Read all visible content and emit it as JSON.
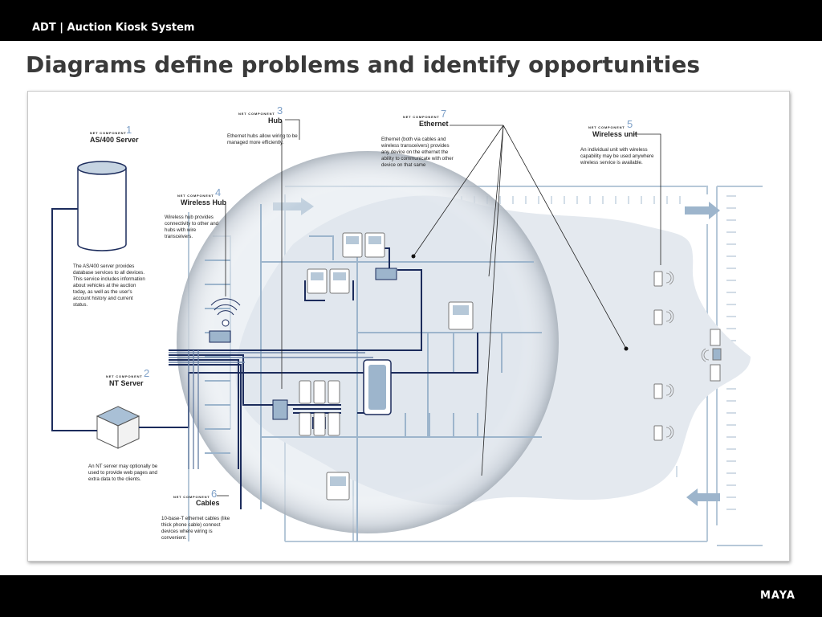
{
  "header": {
    "title": "ADT | Auction Kiosk System"
  },
  "slide": {
    "heading": "Diagrams define problems and identify opportunities"
  },
  "colors": {
    "accent_blue": "#7ea0c8",
    "navy_cable": "#1c2c5c",
    "map_blue": "#b6c8d8",
    "magnifier_fill": "#dfe5ec"
  },
  "components": [
    {
      "tag": "NET COMPONENT",
      "number": "1",
      "name": "AS/400 Server",
      "description": "The AS/400 server provides database services to all devices.  This service includes information about vehicles at the auction today, as well as the user's account history and current status."
    },
    {
      "tag": "NET COMPONENT",
      "number": "2",
      "name": "NT Server",
      "description": "An NT server may optionally be used to provide web pages and extra data to the clients."
    },
    {
      "tag": "NET COMPONENT",
      "number": "3",
      "name": "Hub",
      "description": "Ethernet hubs allow wiring to be managed more efficiently."
    },
    {
      "tag": "NET COMPONENT",
      "number": "4",
      "name": "Wireless Hub",
      "description": "Wireless hub provides connectivity to other and hubs with wire transceivers."
    },
    {
      "tag": "NET COMPONENT",
      "number": "5",
      "name": "Wireless unit",
      "description": "An individual unit with wireless capability may be used anywhere wireless service is available."
    },
    {
      "tag": "NET COMPONENT",
      "number": "6",
      "name": "Cables",
      "description": "10-base-T ethernet cables (like thick phone cable) connect devices where wiring is convenient."
    },
    {
      "tag": "NET COMPONENT",
      "number": "7",
      "name": "Ethernet",
      "description": "Ethernet (both via cables and wireless transceivers) provides any device on the ethernet the ability to communicate with other device on that same"
    }
  ],
  "footer": {
    "logo": "MAYA"
  }
}
